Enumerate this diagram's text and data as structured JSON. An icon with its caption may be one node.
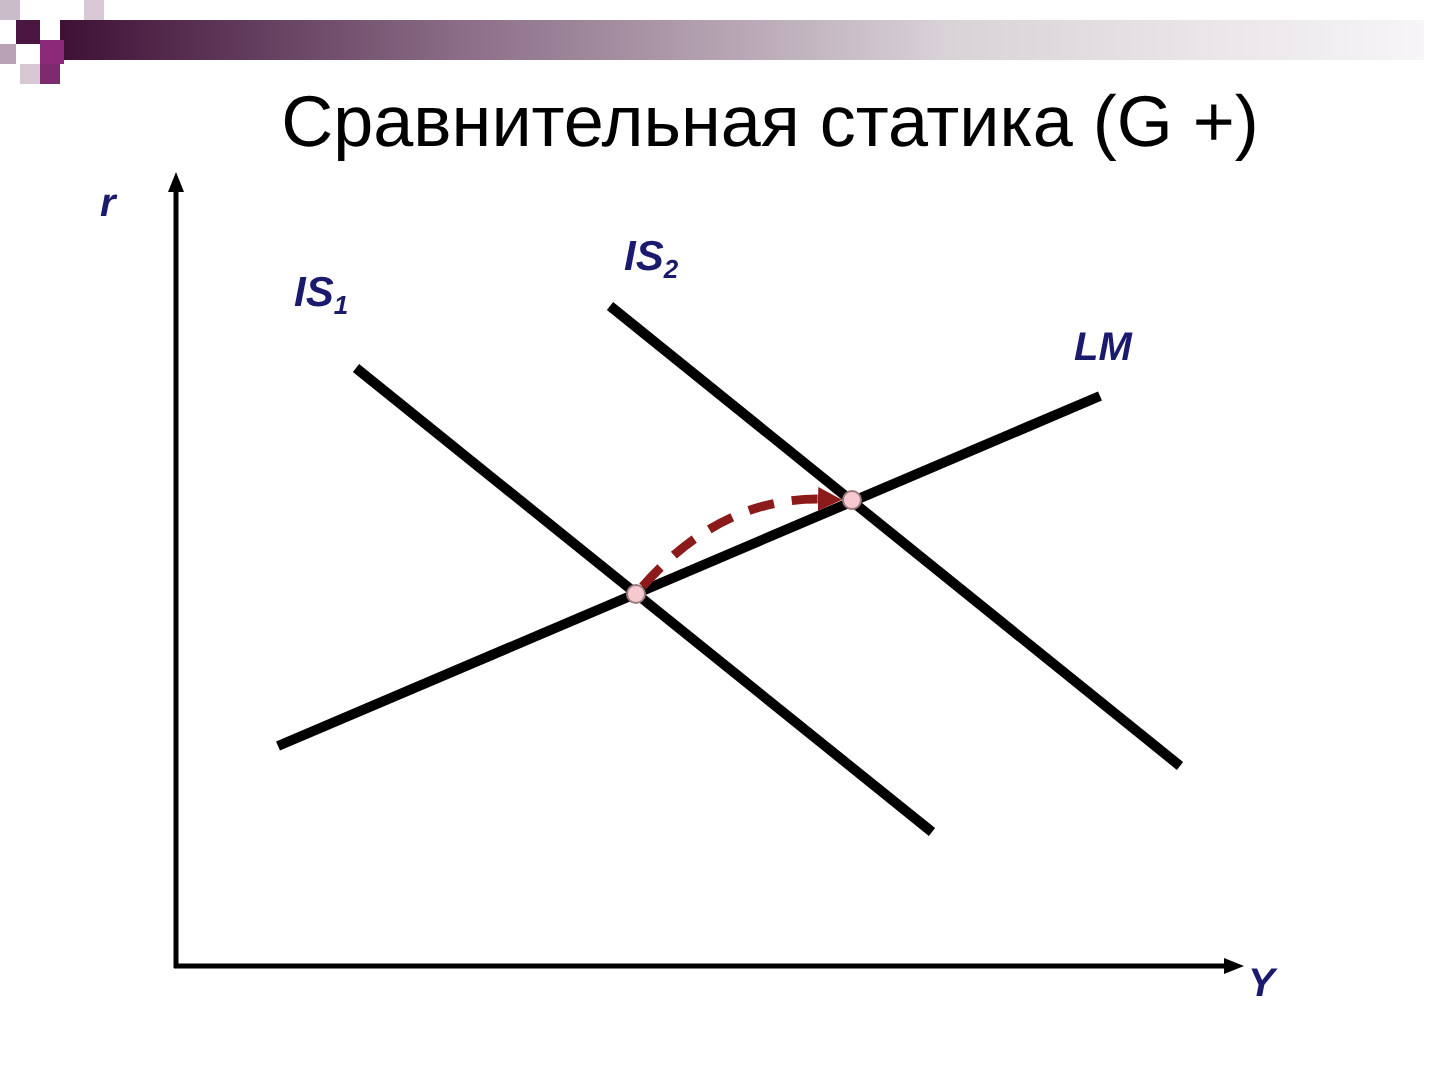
{
  "diagram": {
    "title": "Сравнительная статика (G +)",
    "nodes": [
      {
        "text": [],
        "shape": "circle"
      },
      {
        "text": [],
        "shape": "circle"
      }
    ],
    "edges": [
      {
        "from": 0,
        "to": 1,
        "arrow": "to",
        "style": "dashed",
        "color": "#8b1a1a"
      }
    ],
    "labels": [
      "r",
      "IS$_{1}$",
      "IS$_{2}$",
      "LM",
      "Y"
    ]
  }
}
